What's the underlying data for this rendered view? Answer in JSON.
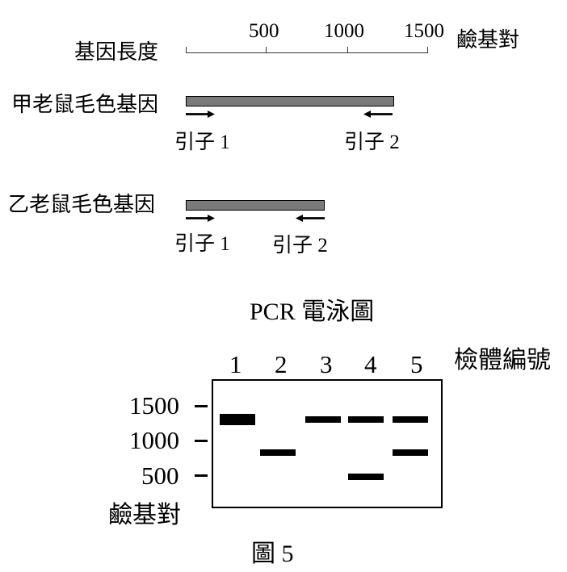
{
  "ruler": {
    "title": "基因長度",
    "ticks": [
      "500",
      "1000",
      "1500"
    ],
    "unit": "鹼基對"
  },
  "genes": [
    {
      "label": "甲老鼠毛色基因",
      "primer1": "引子 1",
      "primer2": "引子 2"
    },
    {
      "label": "乙老鼠毛色基因",
      "primer1": "引子 1",
      "primer2": "引子 2"
    }
  ],
  "gel": {
    "title": "PCR 電泳圖",
    "lane_header": "檢體編號",
    "lanes": [
      "1",
      "2",
      "3",
      "4",
      "5"
    ],
    "markers": [
      "1500",
      "1000",
      "500"
    ],
    "ylabel": "鹼基對"
  },
  "caption": "圖 5",
  "chart_data": {
    "type": "gel",
    "title": "PCR 電泳圖",
    "ylabel": "鹼基對",
    "x_header": "檢體編號",
    "categories": [
      "1",
      "2",
      "3",
      "4",
      "5"
    ],
    "marker_values": [
      1500,
      1000,
      500
    ],
    "bands": [
      {
        "lane": "1",
        "size": 1300,
        "thickness": "thick"
      },
      {
        "lane": "2",
        "size": 820,
        "thickness": "normal"
      },
      {
        "lane": "3",
        "size": 1300,
        "thickness": "normal"
      },
      {
        "lane": "4",
        "size": 1300,
        "thickness": "normal"
      },
      {
        "lane": "4",
        "size": 480,
        "thickness": "normal"
      },
      {
        "lane": "5",
        "size": 1300,
        "thickness": "normal"
      },
      {
        "lane": "5",
        "size": 820,
        "thickness": "normal"
      }
    ]
  },
  "colors": {
    "gene_bar": "#7a7a7a",
    "band": "#000000"
  }
}
